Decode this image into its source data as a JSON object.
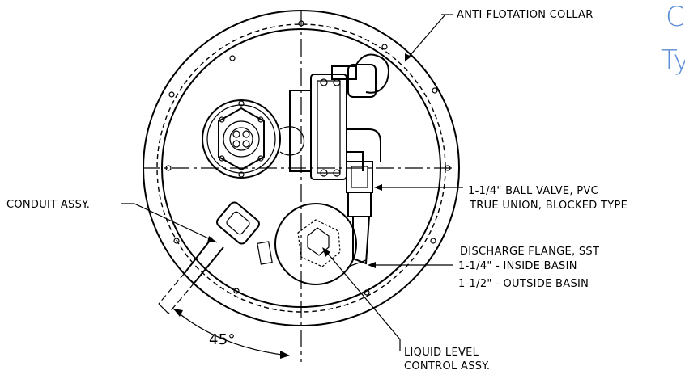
{
  "labels": {
    "anti_flotation": "ANTI-FLOTATION COLLAR",
    "conduit": "CONDUIT ASSY.",
    "ball_valve_1": "1-1/4\" BALL VALVE, PVC",
    "ball_valve_2": "TRUE UNION, BLOCKED TYPE",
    "discharge_1": "DISCHARGE FLANGE, SST",
    "discharge_2": "1-1/4\" - INSIDE BASIN",
    "discharge_3": "1-1/2\" - OUTSIDE BASIN",
    "liquid_1": "LIQUID LEVEL",
    "liquid_2": "CONTROL ASSY.",
    "angle": "45°",
    "corner_1": "C",
    "corner_2": "Ty"
  }
}
